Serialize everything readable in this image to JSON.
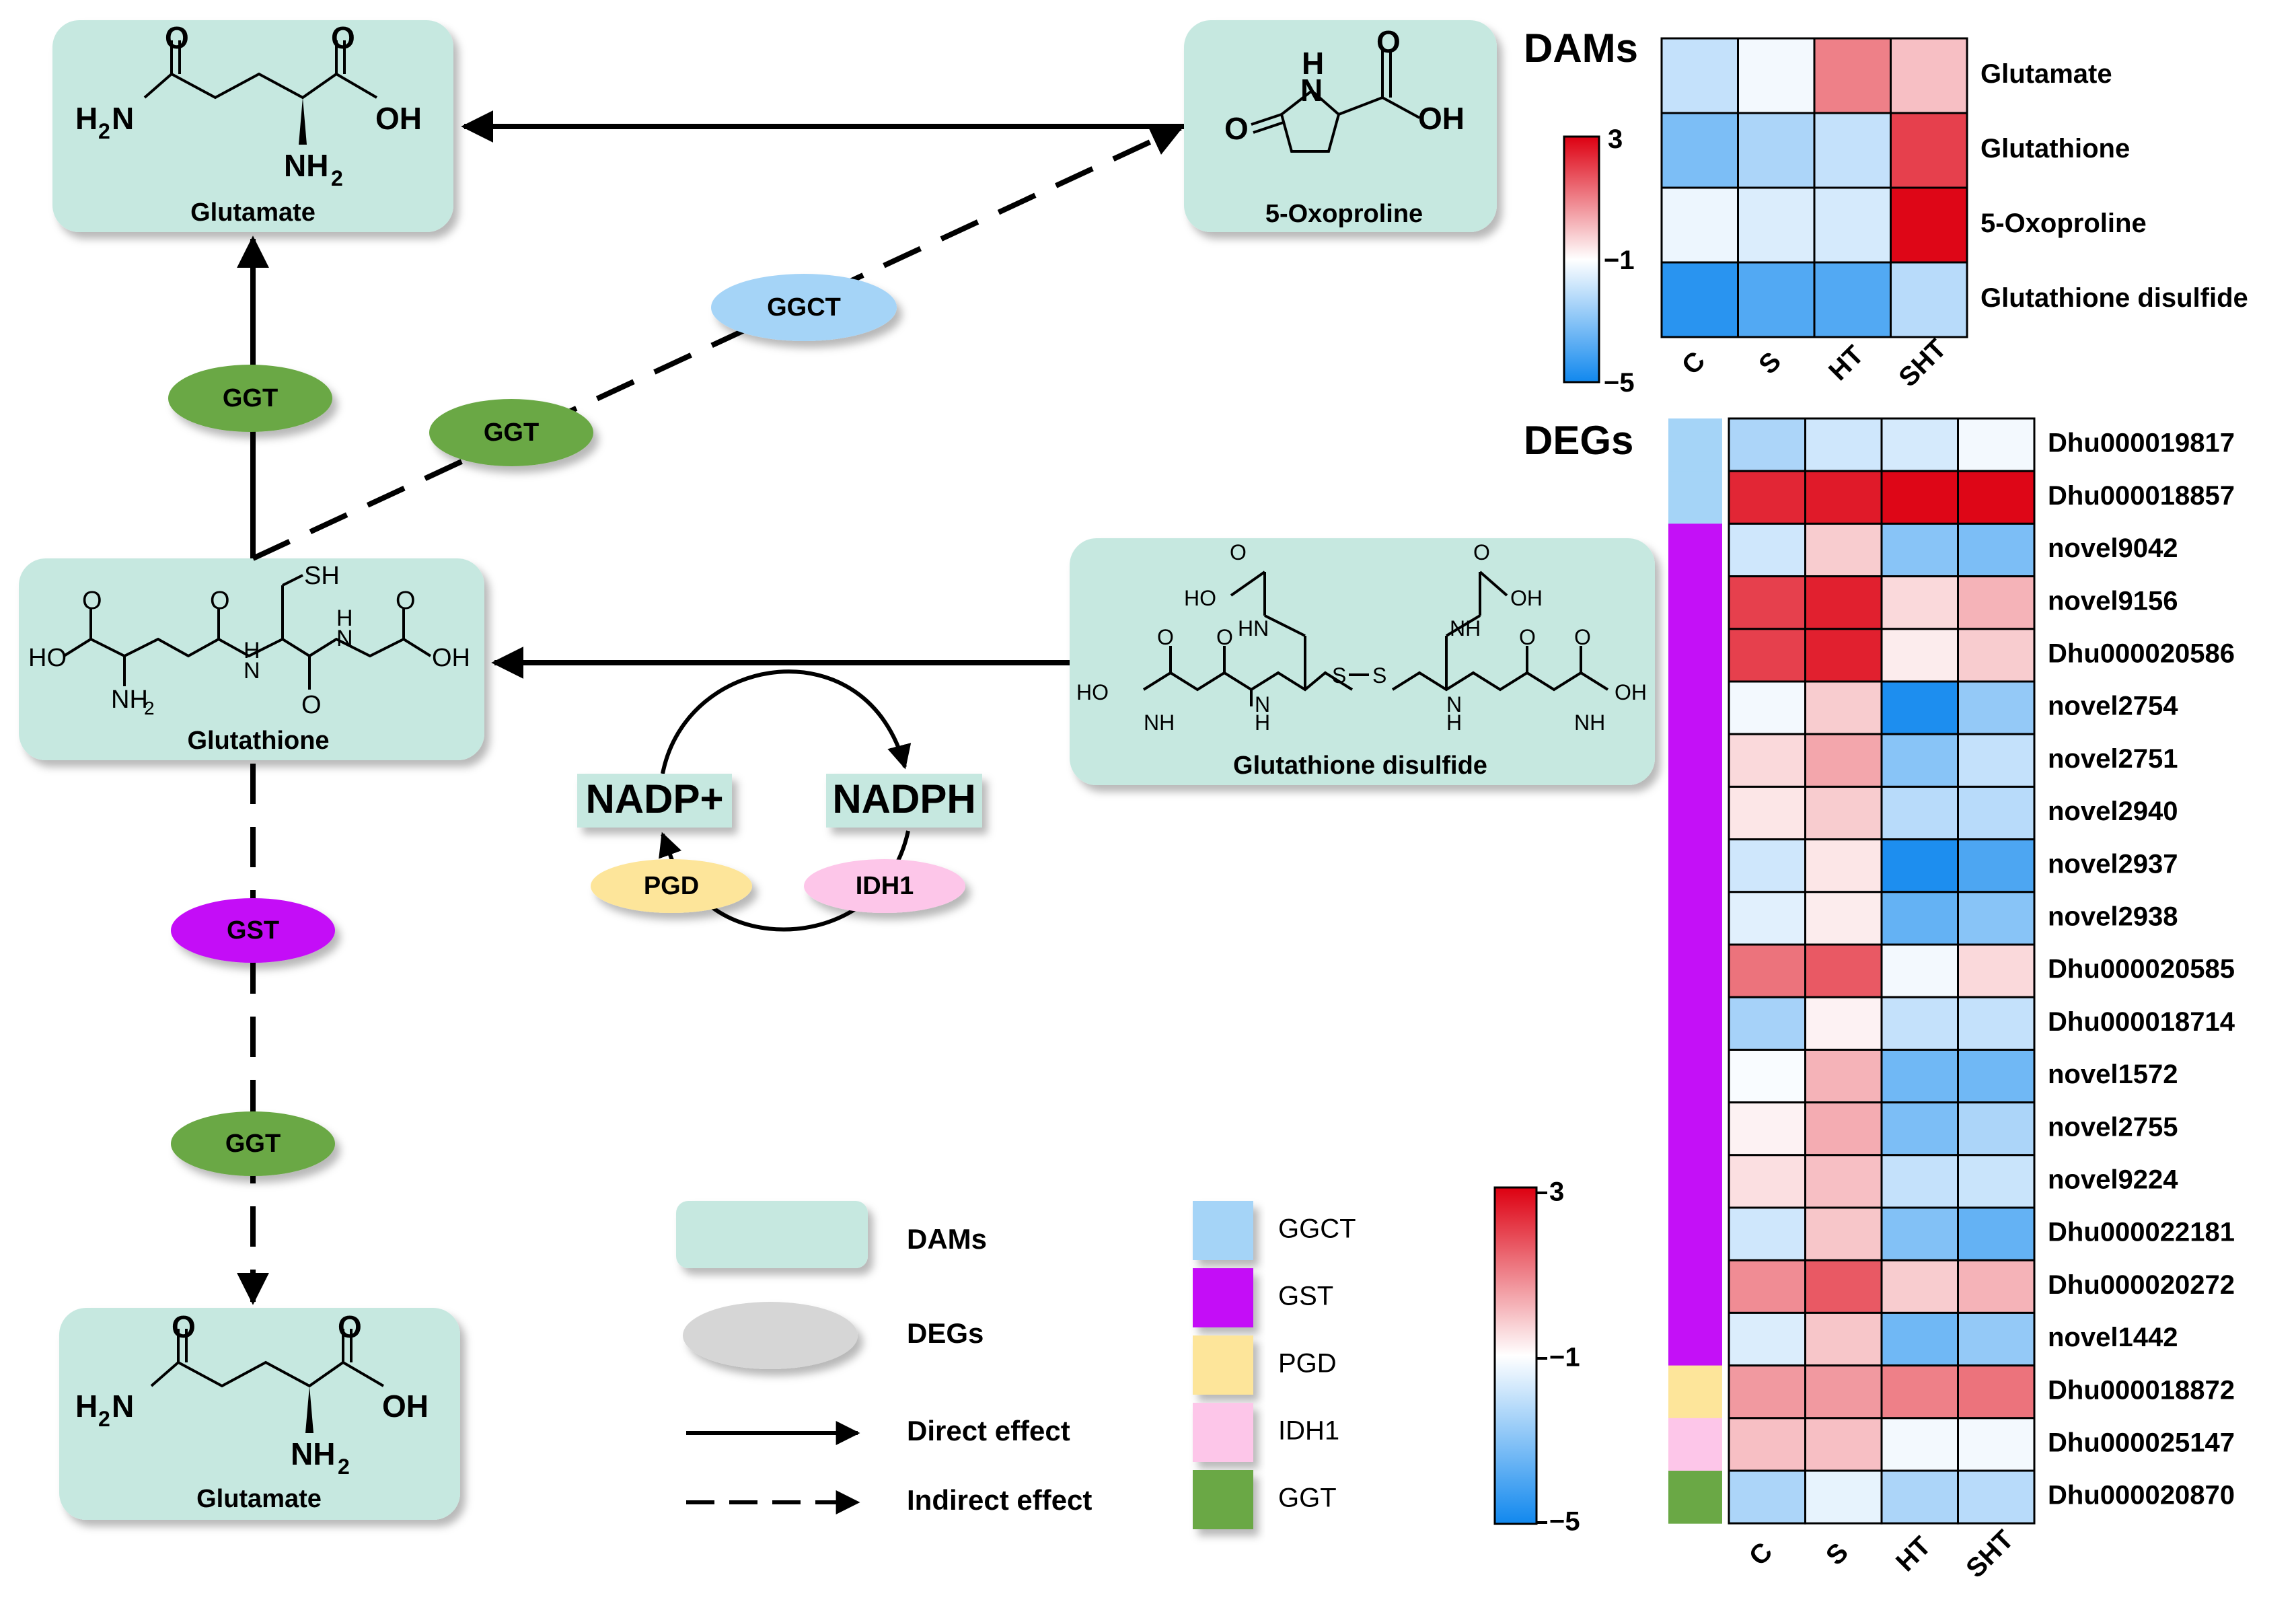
{
  "metabolites": {
    "glutamate_top": "Glutamate",
    "oxoproline": "5-Oxoproline",
    "glutathione": "Glutathione",
    "glutathione_disulfide": "Glutathione disulfide",
    "glutamate_bottom": "Glutamate"
  },
  "chem_text": {
    "O": "O",
    "OH": "OH",
    "H2N_a": "H",
    "H2N_b": "2",
    "H2N_c": "N",
    "NH2_a": "NH",
    "NH2_b": "2",
    "H": "H",
    "N": "N",
    "HO": "HO",
    "SH": "SH",
    "S": "S",
    "NH": "NH",
    "HN": "HN"
  },
  "enzymes": {
    "ggt_1": "GGT",
    "ggt_2": "GGT",
    "ggct": "GGCT",
    "gst": "GST",
    "ggt_3": "GGT",
    "pgd": "PGD",
    "idh1": "IDH1"
  },
  "cofactors": {
    "nadp_plus": "NADP+",
    "nadph": "NADPH"
  },
  "legend": {
    "dams": "DAMs",
    "degs": "DEGs",
    "direct": "Direct effect",
    "indirect": "Indirect effect",
    "enzyme_classes": [
      {
        "label": "GGCT",
        "color": "#a5d4f7"
      },
      {
        "label": "GST",
        "color": "#c410f7"
      },
      {
        "label": "PGD",
        "color": "#fde59a"
      },
      {
        "label": "IDH1",
        "color": "#fdc6e9"
      },
      {
        "label": "GGT",
        "color": "#6aa845"
      }
    ],
    "scale_max": "3",
    "scale_mid": "−1",
    "scale_min": "−5"
  },
  "colors": {
    "metabolite_box": "#c6e8e0",
    "ggt": "#6aa845",
    "ggct": "#a5d4f7",
    "gst": "#c410f7",
    "pgd": "#fde59a",
    "idh1": "#fdc6e9",
    "nadp_box": "#c6e8e0"
  },
  "heatmap_dams": {
    "title": "DAMs",
    "columns": [
      "C",
      "S",
      "HT",
      "SHT"
    ],
    "rows": [
      "Glutamate",
      "Glutathione",
      "5-Oxoproline",
      "Glutathione disulfide"
    ],
    "values": [
      [
        -2.0,
        -1.2,
        1.0,
        0.0
      ],
      [
        -3.2,
        -2.4,
        -2.0,
        2.0
      ],
      [
        -1.3,
        -1.6,
        -1.7,
        2.9
      ],
      [
        -4.6,
        -3.9,
        -3.9,
        -2.2
      ]
    ],
    "scale": {
      "max": "3",
      "mid": "−1",
      "min": "−5"
    }
  },
  "heatmap_degs": {
    "title": "DEGs",
    "columns": [
      "C",
      "S",
      "HT",
      "SHT"
    ],
    "rows": [
      {
        "gene": "Dhu000019817",
        "group": "GGCT",
        "values": [
          -2.4,
          -1.8,
          -1.7,
          -1.2
        ]
      },
      {
        "gene": "Dhu000018857",
        "group": "GGCT",
        "values": [
          2.4,
          2.6,
          2.9,
          2.9
        ]
      },
      {
        "gene": "novel9042",
        "group": "GST",
        "values": [
          -1.8,
          -0.2,
          -3.0,
          -3.2
        ]
      },
      {
        "gene": "novel9156",
        "group": "GST",
        "values": [
          2.0,
          2.5,
          -0.4,
          0.2
        ]
      },
      {
        "gene": "Dhu000020586",
        "group": "GST",
        "values": [
          2.0,
          2.5,
          -0.7,
          -0.2
        ]
      },
      {
        "gene": "novel2754",
        "group": "GST",
        "values": [
          -1.2,
          -0.2,
          -4.8,
          -2.8
        ]
      },
      {
        "gene": "novel2751",
        "group": "GST",
        "values": [
          -0.4,
          0.4,
          -3.0,
          -2.0
        ]
      },
      {
        "gene": "novel2940",
        "group": "GST",
        "values": [
          -0.6,
          -0.2,
          -2.2,
          -2.2
        ]
      },
      {
        "gene": "novel2937",
        "group": "GST",
        "values": [
          -1.8,
          -0.6,
          -4.8,
          -4.0
        ]
      },
      {
        "gene": "novel2938",
        "group": "GST",
        "values": [
          -1.5,
          -0.7,
          -3.6,
          -3.0
        ]
      },
      {
        "gene": "Dhu000020585",
        "group": "GST",
        "values": [
          1.2,
          1.6,
          -1.2,
          -0.4
        ]
      },
      {
        "gene": "Dhu000018714",
        "group": "GST",
        "values": [
          -2.5,
          -0.8,
          -2.0,
          -2.0
        ]
      },
      {
        "gene": "novel1572",
        "group": "GST",
        "values": [
          -1.1,
          0.2,
          -3.4,
          -3.4
        ]
      },
      {
        "gene": "novel2755",
        "group": "GST",
        "values": [
          -0.8,
          0.3,
          -3.2,
          -2.4
        ]
      },
      {
        "gene": "novel9224",
        "group": "GST",
        "values": [
          -0.5,
          0.0,
          -2.0,
          -1.9
        ]
      },
      {
        "gene": "Dhu000022181",
        "group": "GST",
        "values": [
          -1.8,
          -0.1,
          -3.1,
          -3.6
        ]
      },
      {
        "gene": "Dhu000020272",
        "group": "GST",
        "values": [
          0.8,
          1.6,
          -0.2,
          0.2
        ]
      },
      {
        "gene": "novel1442",
        "group": "GST",
        "values": [
          -1.6,
          -0.1,
          -3.4,
          -2.8
        ]
      },
      {
        "gene": "Dhu000018872",
        "group": "PGD",
        "values": [
          0.6,
          0.6,
          1.0,
          1.2
        ]
      },
      {
        "gene": "Dhu000025147",
        "group": "IDH1",
        "values": [
          0.0,
          0.0,
          -1.2,
          -1.2
        ]
      },
      {
        "gene": "Dhu000020870",
        "group": "GGT",
        "values": [
          -2.4,
          -1.4,
          -2.4,
          -2.2
        ]
      }
    ]
  }
}
